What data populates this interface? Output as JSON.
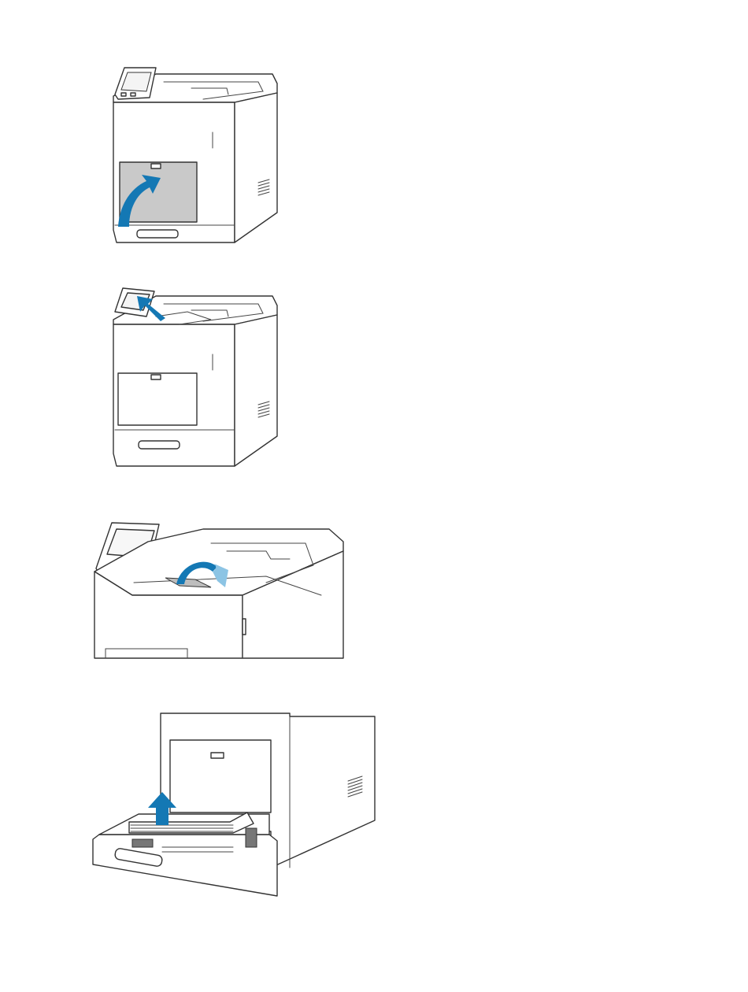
{
  "figures": [
    {
      "id": "step-1",
      "subject": "printer",
      "action": "open-bypass-tray",
      "icon": "curved-arrow-up-icon"
    },
    {
      "id": "step-2",
      "subject": "printer",
      "action": "tilt-control-panel",
      "icon": "arrow-up-left-icon"
    },
    {
      "id": "step-3",
      "subject": "printer-top",
      "action": "flip-output-extension",
      "icon": "curved-arrow-over-icon"
    },
    {
      "id": "step-4",
      "subject": "paper-tray",
      "action": "remove-paper-stack",
      "icon": "arrow-up-icon"
    }
  ],
  "colors": {
    "arrow_primary": "#1478b4",
    "arrow_secondary": "#8cc4e4",
    "outline": "#333333",
    "panel_fill": "#c9c9c9"
  }
}
